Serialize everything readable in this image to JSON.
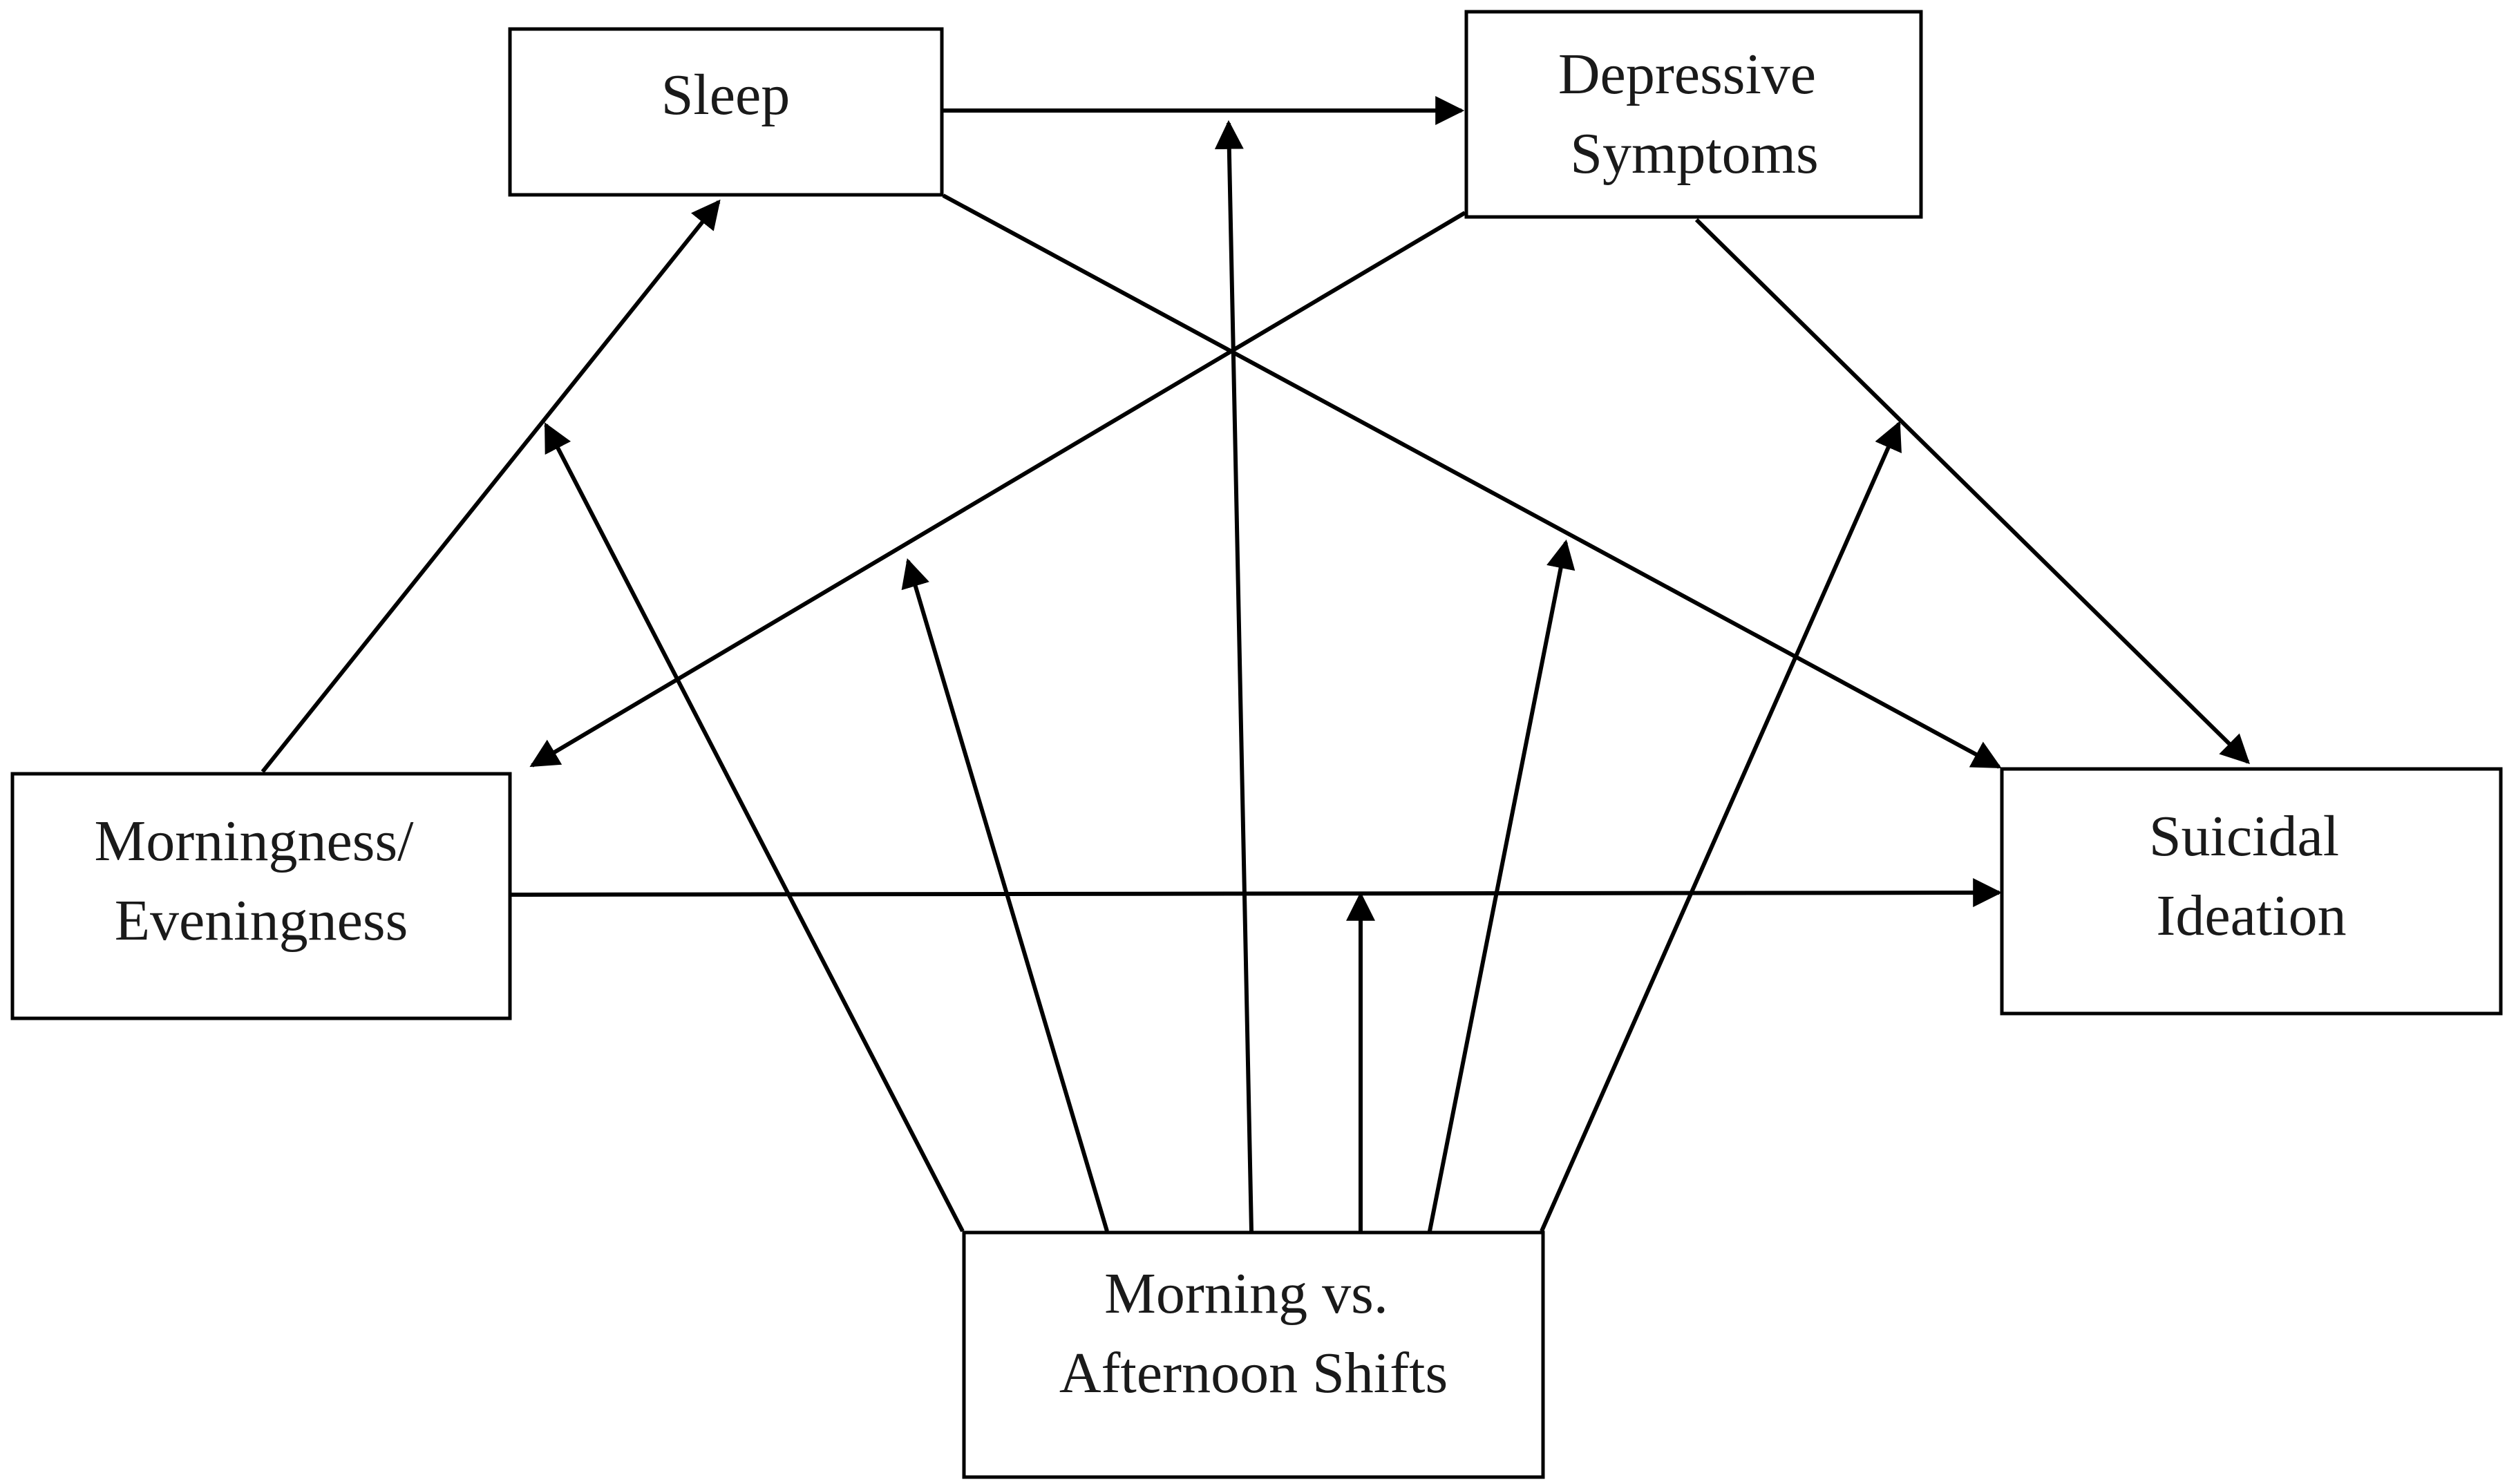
{
  "nodes": {
    "sleep": {
      "lines": [
        "Sleep"
      ]
    },
    "depressive": {
      "lines": [
        "Depressive",
        "Symptoms"
      ]
    },
    "chronotype": {
      "lines": [
        "Morningness/",
        "Eveningness"
      ]
    },
    "suicidal": {
      "lines": [
        "Suicidal",
        "Ideation"
      ]
    },
    "shifts": {
      "lines": [
        "Morning vs.",
        "Afternoon Shifts"
      ]
    }
  },
  "edges": [
    {
      "from": "chronotype",
      "to": "sleep",
      "role": "path"
    },
    {
      "from": "sleep",
      "to": "depressive",
      "role": "path"
    },
    {
      "from": "sleep",
      "to": "suicidal",
      "role": "path"
    },
    {
      "from": "depressive",
      "to": "suicidal",
      "role": "path"
    },
    {
      "from": "depressive",
      "to": "chronotype",
      "role": "path"
    },
    {
      "from": "chronotype",
      "to": "suicidal",
      "role": "path"
    },
    {
      "from": "shifts",
      "to": "chronotype->sleep",
      "role": "moderation"
    },
    {
      "from": "shifts",
      "to": "depressive->chronotype",
      "role": "moderation"
    },
    {
      "from": "shifts",
      "to": "sleep->depressive",
      "role": "moderation"
    },
    {
      "from": "shifts",
      "to": "chronotype->suicidal",
      "role": "moderation"
    },
    {
      "from": "shifts",
      "to": "sleep->suicidal",
      "role": "moderation"
    },
    {
      "from": "shifts",
      "to": "depressive->suicidal",
      "role": "moderation"
    }
  ]
}
